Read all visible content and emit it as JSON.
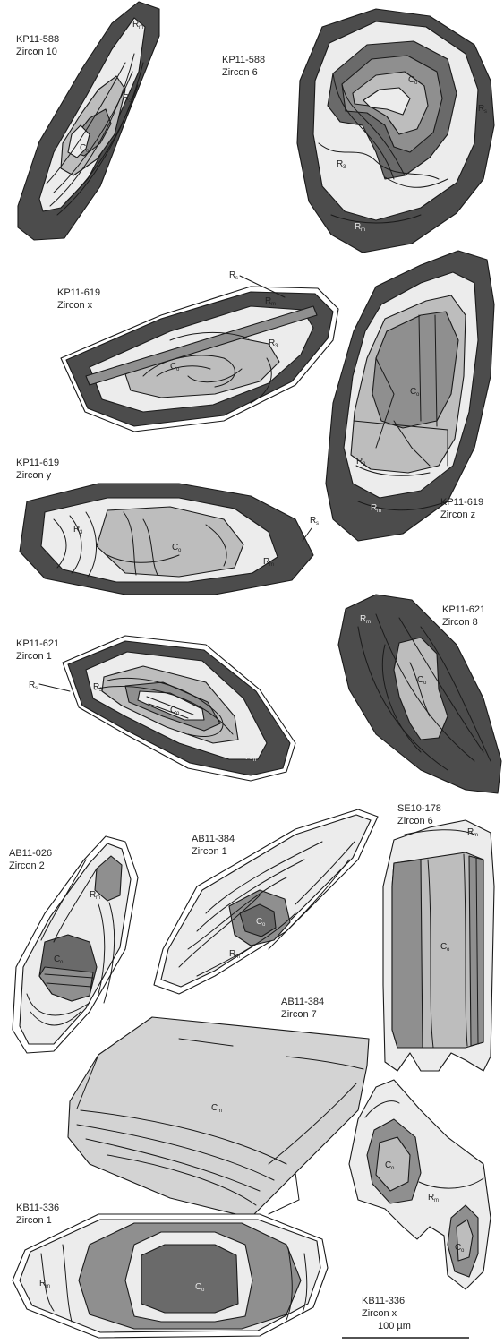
{
  "colors": {
    "rim_metamorphic": "#4c4c4c",
    "rim_light": "#ececec",
    "core_light": "#bdbdbd",
    "core_mid": "#8f8f8f",
    "core_dark": "#6a6a6a",
    "outline": "#1a1a1a"
  },
  "grains": [
    {
      "sample": "KP11-588",
      "zircon": "Zircon 10",
      "zones": [
        {
          "m": "R",
          "s": "m"
        },
        {
          "m": "R",
          "s": "3"
        },
        {
          "m": "C",
          "s": "o"
        }
      ]
    },
    {
      "sample": "KP11-588",
      "zircon": "Zircon 6",
      "zones": [
        {
          "m": "C",
          "s": "o"
        },
        {
          "m": "R",
          "s": "s"
        },
        {
          "m": "R",
          "s": "3"
        },
        {
          "m": "R",
          "s": "m"
        }
      ]
    },
    {
      "sample": "KP11-619",
      "zircon": "Zircon x",
      "zones": [
        {
          "m": "R",
          "s": "s"
        },
        {
          "m": "R",
          "s": "m"
        },
        {
          "m": "R",
          "s": "3"
        },
        {
          "m": "C",
          "s": "o"
        }
      ]
    },
    {
      "sample": "KP11-619",
      "zircon": "Zircon z",
      "zones": [
        {
          "m": "C",
          "s": "o"
        },
        {
          "m": "R",
          "s": "3"
        },
        {
          "m": "R",
          "s": "m"
        }
      ]
    },
    {
      "sample": "KP11-619",
      "zircon": "Zircon y",
      "zones": [
        {
          "m": "R",
          "s": "3"
        },
        {
          "m": "C",
          "s": "o"
        },
        {
          "m": "R",
          "s": "m"
        },
        {
          "m": "R",
          "s": "s"
        }
      ]
    },
    {
      "sample": "KP11-621",
      "zircon": "Zircon 8",
      "zones": [
        {
          "m": "R",
          "s": "m"
        },
        {
          "m": "C",
          "s": "o"
        }
      ]
    },
    {
      "sample": "KP11-621",
      "zircon": "Zircon 1",
      "zones": [
        {
          "m": "R",
          "s": "s"
        },
        {
          "m": "R",
          "s": "3"
        },
        {
          "m": "C",
          "s": "o"
        },
        {
          "m": "R",
          "s": "m"
        }
      ]
    },
    {
      "sample": "SE10-178",
      "zircon": "Zircon 6",
      "zones": [
        {
          "m": "R",
          "s": "m"
        },
        {
          "m": "C",
          "s": "o"
        }
      ]
    },
    {
      "sample": "AB11-026",
      "zircon": "Zircon 2",
      "zones": [
        {
          "m": "R",
          "s": "m"
        },
        {
          "m": "C",
          "s": "o"
        }
      ]
    },
    {
      "sample": "AB11-384",
      "zircon": "Zircon 1",
      "zones": [
        {
          "m": "C",
          "s": "o"
        },
        {
          "m": "R",
          "s": "m"
        }
      ]
    },
    {
      "sample": "AB11-384",
      "zircon": "Zircon 7",
      "zones": [
        {
          "m": "C",
          "s": "m"
        }
      ]
    },
    {
      "sample": "KB11-336",
      "zircon": "Zircon 1",
      "zones": [
        {
          "m": "C",
          "s": "o"
        },
        {
          "m": "R",
          "s": "m"
        }
      ]
    },
    {
      "sample": "KB11-336",
      "zircon": "Zircon x",
      "zones": [
        {
          "m": "C",
          "s": "o"
        },
        {
          "m": "R",
          "s": "m"
        },
        {
          "m": "C",
          "s": "o"
        }
      ]
    }
  ],
  "scale_bar": {
    "label": "100 µm"
  }
}
